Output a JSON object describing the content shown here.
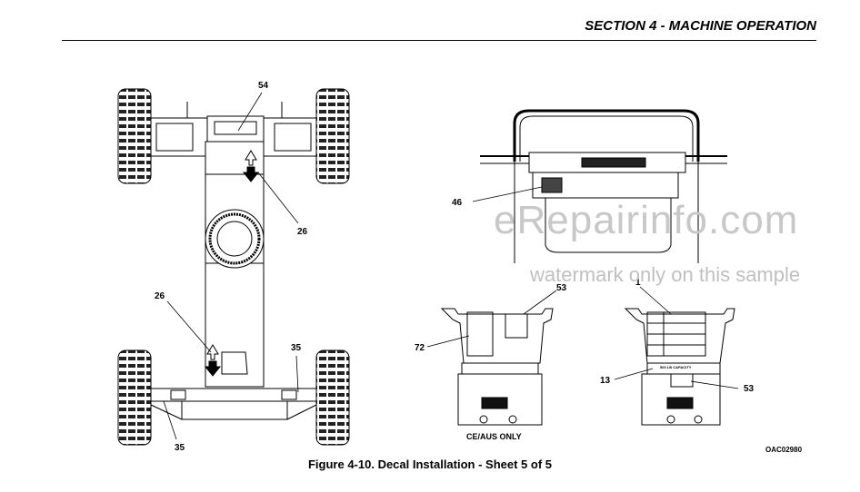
{
  "header": {
    "section_title": "SECTION 4 - MACHINE OPERATION"
  },
  "figure": {
    "caption": "Figure 4-10. Decal Installation - Sheet 5 of 5",
    "code": "OAC02980",
    "ce_aus_note": "CE/AUS ONLY"
  },
  "callouts": {
    "c54": "54",
    "c26a": "26",
    "c26b": "26",
    "c35a": "35",
    "c35b": "35",
    "c46": "46",
    "c53a": "53",
    "c72": "72",
    "c1": "1",
    "c13": "13",
    "c53b": "53"
  },
  "watermark": {
    "line1": "eRepairinfo.com",
    "line2": "watermark only on this sample"
  },
  "decal_text": {
    "capacity": "500 LB CAPACITY"
  }
}
